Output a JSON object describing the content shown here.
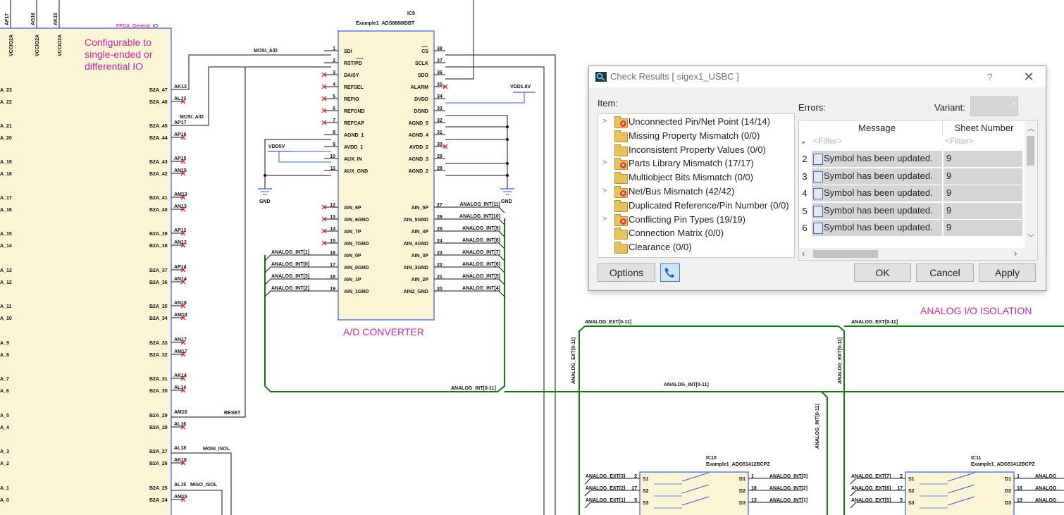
{
  "schematic": {
    "fpga": {
      "top_pins": [
        "AF17",
        "AG16",
        "AK15"
      ],
      "bank_labels": [
        "VCCIO2A",
        "VCCIO2A",
        "VCCIO2A"
      ],
      "part_label": "FPGA_General_IO",
      "note": [
        "Configurable to",
        "single-ended or",
        "differential IO"
      ],
      "left_labels": [
        "A_23",
        "A_22",
        "A_21",
        "A_20",
        "A_19",
        "A_18",
        "A_17",
        "A_16",
        "A_15",
        "A_14",
        "A_13",
        "A_12",
        "A_11",
        "A_10",
        "A_9",
        "A_8",
        "A_7",
        "A_6",
        "A_5",
        "A_4",
        "A_3",
        "A_2",
        "A_1",
        "A_0"
      ],
      "right_labels": [
        "B2A_47",
        "B2A_46",
        "B2A_45",
        "B2A_44",
        "B2A_43",
        "B2A_42",
        "B2A_41",
        "B2A_40",
        "B2A_39",
        "B2A_38",
        "B2A_37",
        "B2A_36",
        "B2A_35",
        "B2A_34",
        "B2A_33",
        "B2A_32",
        "B2A_31",
        "B2A_30",
        "B2A_29",
        "B2A_28",
        "B2A_27",
        "B2A_26",
        "B2A_25",
        "B2A_24"
      ],
      "ball_labels": [
        "AK13",
        "AL13",
        "AP17",
        "AP16",
        "AP15",
        "AN15",
        "AM13",
        "AN13",
        "AP12",
        "AN12",
        "AP14",
        "AN14",
        "AN18",
        "AM18",
        "AN17",
        "AM17",
        "AK14",
        "AL14",
        "AM16",
        "AL16",
        "AL18",
        "AK18",
        "AL15",
        "AM15"
      ],
      "nets": [
        "MOSI_A/D",
        "RESET",
        "MOSI_ISOL",
        "MISO_ISOL"
      ]
    },
    "adc": {
      "ref": "IC9",
      "part": "Example1_ADS8668IDBT",
      "caption": "A/D CONVERTER",
      "left_pins": [
        {
          "num": "1",
          "name": "SDI"
        },
        {
          "num": "2",
          "name": "RST/PD"
        },
        {
          "num": "3",
          "name": "DAISY"
        },
        {
          "num": "4",
          "name": "REFSEL"
        },
        {
          "num": "5",
          "name": "REFIO"
        },
        {
          "num": "6",
          "name": "REFGND"
        },
        {
          "num": "7",
          "name": "REFCAP"
        },
        {
          "num": "8",
          "name": "AGND_1"
        },
        {
          "num": "9",
          "name": "AVDD_1"
        },
        {
          "num": "10",
          "name": "AUX_IN"
        },
        {
          "num": "11",
          "name": "AUX_GND"
        },
        {
          "num": "12",
          "name": "AIN_6P"
        },
        {
          "num": "13",
          "name": "AIN_6GND"
        },
        {
          "num": "14",
          "name": "AIN_7P"
        },
        {
          "num": "15",
          "name": "AIN_7GND"
        },
        {
          "num": "16",
          "name": "AIN_0P"
        },
        {
          "num": "17",
          "name": "AIN_0GND"
        },
        {
          "num": "18",
          "name": "AIN_1P"
        },
        {
          "num": "19",
          "name": "AIN_1GND"
        }
      ],
      "right_pins": [
        {
          "num": "38",
          "name": "CS"
        },
        {
          "num": "37",
          "name": "SCLK"
        },
        {
          "num": "36",
          "name": "SDO"
        },
        {
          "num": "35",
          "name": "ALARM"
        },
        {
          "num": "34",
          "name": "DVDD"
        },
        {
          "num": "33",
          "name": "DGND"
        },
        {
          "num": "32",
          "name": "AGND_5"
        },
        {
          "num": "31",
          "name": "AGND_4"
        },
        {
          "num": "30",
          "name": "AVDD_2"
        },
        {
          "num": "29",
          "name": "AGND_3"
        },
        {
          "num": "28",
          "name": "AGND_2"
        },
        {
          "num": "27",
          "name": "AIN_5P"
        },
        {
          "num": "26",
          "name": "AIN_5GND"
        },
        {
          "num": "25",
          "name": "AIN_4P"
        },
        {
          "num": "24",
          "name": "AIN_4GND"
        },
        {
          "num": "23",
          "name": "AIN_3P"
        },
        {
          "num": "22",
          "name": "AIN_3GND"
        },
        {
          "num": "21",
          "name": "AIN_2P"
        },
        {
          "num": "20",
          "name": "AIN2_GND"
        }
      ],
      "left_nets": [
        "ANALOG_INT[1]",
        "ANALOG_INT[0]",
        "ANALOG_INT[3]",
        "ANALOG_INT[2]"
      ],
      "right_nets": [
        "ANALOG_INT[11]",
        "ANALOG_INT[10]",
        "ANALOG_INT[9]",
        "ANALOG_INT[8]",
        "ANALOG_INT[7]",
        "ANALOG_INT[6]",
        "ANALOG_INT[5]",
        "ANALOG_INT[4]"
      ],
      "power": [
        "VDD1.8V",
        "VDD5V",
        "GND",
        "GND"
      ],
      "bus_label": "ANALOG_INT[0-11]",
      "mosi_label": "MOSI_A/D"
    },
    "isolation": {
      "title": "ANALOG I/O ISOLATION",
      "bus_ext_1": "ANALOG_EXT[0-11]",
      "bus_ext_2": "ANALOG_EXT[0-11]",
      "bus_ext_v1": "ANALOG_EXT[0-11]",
      "bus_ext_v2": "ANALOG_EXT[0-11]",
      "bus_int": "ANALOG_INT[0-11]",
      "bus_int_v": "ANALOG_INT[0-11]",
      "ic10": {
        "ref": "IC10",
        "part": "Example1_ADG51412BCPZ",
        "rows": [
          {
            "ext": "ANALOG_EXT[3]",
            "n1": "2",
            "s": "S1",
            "d": "D1",
            "n2": "1",
            "int": "ANALOG_INT[3]"
          },
          {
            "ext": "ANALOG_EXT[2]",
            "n1": "17",
            "s": "S2",
            "d": "D2",
            "n2": "18",
            "int": "ANALOG_INT[2]"
          },
          {
            "ext": "ANALOG_EXT[1]",
            "n1": "5",
            "s": "S3",
            "d": "D3",
            "n2": "13",
            "int": "ANALOG_INT[1]"
          }
        ]
      },
      "ic11": {
        "ref": "IC11",
        "part": "Example1_ADG51412BCPZ",
        "rows": [
          {
            "ext": "ANALOG_EXT[7]",
            "n1": "2",
            "s": "S1",
            "d": "D1",
            "n2": "1",
            "int": "ANALOG_"
          },
          {
            "ext": "ANALOG_EXT[6]",
            "n1": "17",
            "s": "S2",
            "d": "D2",
            "n2": "18",
            "int": "ANALOG_"
          },
          {
            "ext": "ANALOG_EXT[5]",
            "n1": "5",
            "s": "S3",
            "d": "D3",
            "n2": "13",
            "int": "ANALOG_"
          }
        ]
      }
    }
  },
  "dialog": {
    "title": "Check Results [ sigex1_USBC ]",
    "help": "?",
    "close": "✕",
    "item_label": "Item:",
    "errors_label": "Errors:",
    "variant_label": "Variant:",
    "variant_value": "",
    "tree": [
      {
        "label": "Unconnected Pin/Net Point (14/14)",
        "expandable": true,
        "error": true
      },
      {
        "label": "Missing Property Mismatch (0/0)",
        "expandable": false,
        "error": false
      },
      {
        "label": "Inconsistent Property Values (0/0)",
        "expandable": false,
        "error": false
      },
      {
        "label": "Parts Library Mismatch (17/17)",
        "expandable": true,
        "error": true
      },
      {
        "label": "Multiobject Bits Mismatch (0/0)",
        "expandable": false,
        "error": false
      },
      {
        "label": "Net/Bus Mismatch (42/42)",
        "expandable": true,
        "error": true
      },
      {
        "label": "Duplicated Reference/Pin Number (0/0)",
        "expandable": false,
        "error": false
      },
      {
        "label": "Conflicting Pin Types (19/19)",
        "expandable": true,
        "error": true
      },
      {
        "label": "Connection Matrix (0/0)",
        "expandable": false,
        "error": false
      },
      {
        "label": "Clearance (0/0)",
        "expandable": false,
        "error": false
      }
    ],
    "grid": {
      "col_message": "Message",
      "col_sheet": "Sheet Number",
      "filter_placeholder": "<Filter>",
      "rows": [
        {
          "n": "2",
          "message": "Symbol has been updated.",
          "sheet": "9"
        },
        {
          "n": "3",
          "message": "Symbol has been updated.",
          "sheet": "9"
        },
        {
          "n": "4",
          "message": "Symbol has been updated.",
          "sheet": "9"
        },
        {
          "n": "5",
          "message": "Symbol has been updated.",
          "sheet": "9"
        },
        {
          "n": "6",
          "message": "Symbol has been updated.",
          "sheet": "9"
        }
      ]
    },
    "buttons": {
      "options": "Options",
      "ok": "OK",
      "cancel": "Cancel",
      "apply": "Apply"
    }
  }
}
